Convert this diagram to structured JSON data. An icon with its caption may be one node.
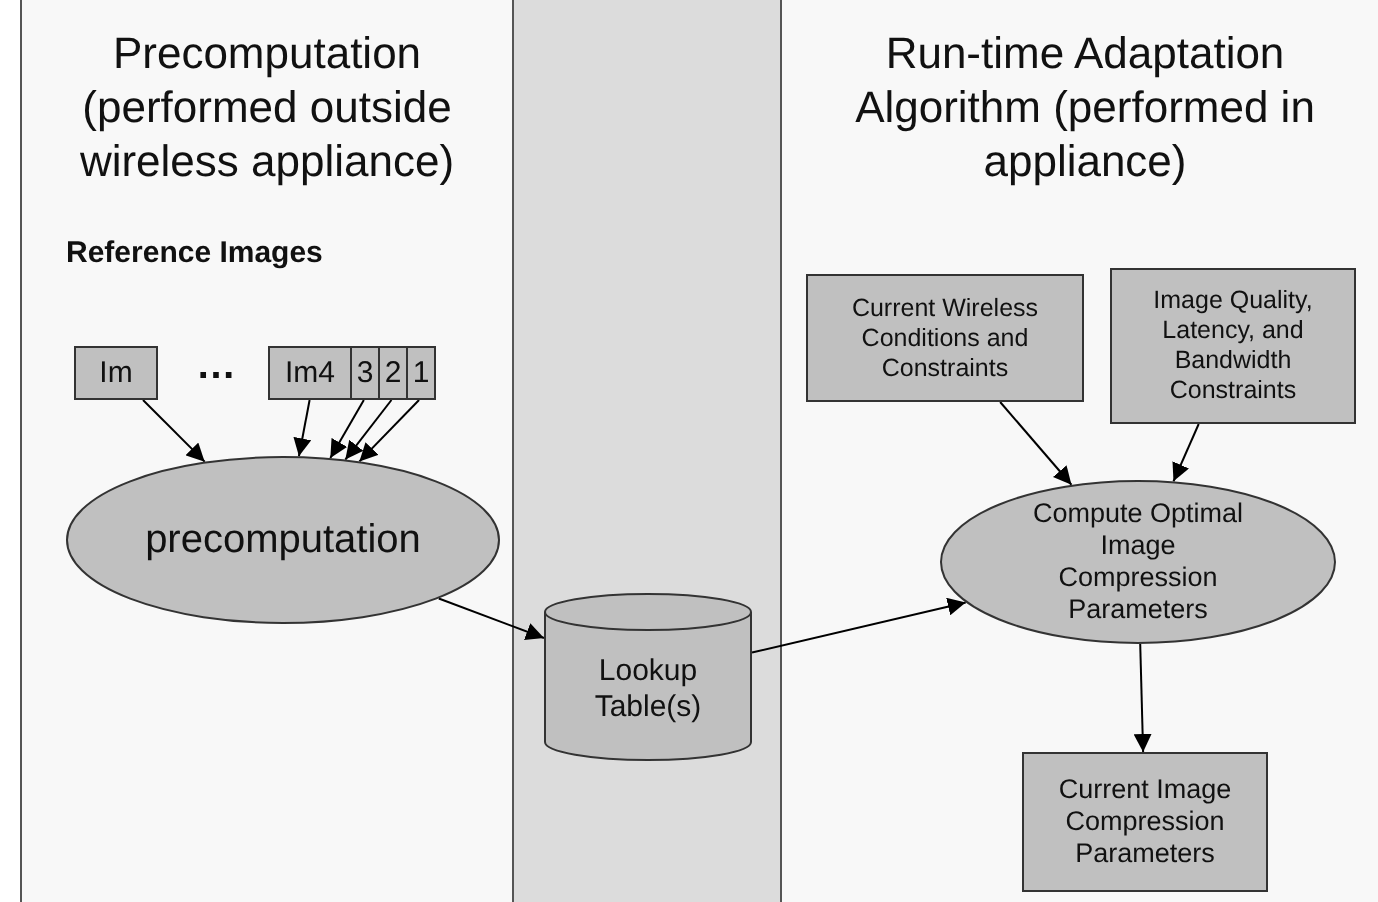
{
  "diagram": {
    "nodes": [
      {
        "text": [
          "Precomputation (performed outside wireless appliance)"
        ]
      },
      {
        "text": [
          "Im"
        ],
        "in": 0
      },
      {
        "text": [
          "Im4"
        ],
        "in": 0
      },
      {
        "text": [
          "3"
        ],
        "in": 0
      },
      {
        "text": [
          "2"
        ],
        "in": 0
      },
      {
        "text": [
          "1"
        ],
        "in": 0
      },
      {
        "text": [
          "precomputation"
        ],
        "in": 0
      },
      {
        "text": [
          "Lookup Table(s)"
        ]
      },
      {
        "text": [
          "Run-time Adaptation Algorithm (performed in appliance)"
        ]
      },
      {
        "text": [
          "Current Wireless Conditions and Constraints"
        ],
        "in": 8
      },
      {
        "text": [
          "Image Quality, Latency, and Bandwidth Constraints"
        ],
        "in": 8
      },
      {
        "text": [
          "Compute Optimal Image Compression Parameters"
        ],
        "in": 8
      },
      {
        "text": [
          "Current Image Compression Parameters"
        ],
        "in": 8
      }
    ],
    "edges": [
      {
        "from": 1,
        "to": 6,
        "arrow": "to"
      },
      {
        "from": 2,
        "to": 6,
        "arrow": "to"
      },
      {
        "from": 3,
        "to": 6,
        "arrow": "to"
      },
      {
        "from": 4,
        "to": 6,
        "arrow": "to"
      },
      {
        "from": 5,
        "to": 6,
        "arrow": "to"
      },
      {
        "from": 6,
        "to": 7,
        "arrow": "to"
      },
      {
        "from": 7,
        "to": 11,
        "arrow": "to"
      },
      {
        "from": 9,
        "to": 11,
        "arrow": "to"
      },
      {
        "from": 10,
        "to": 11,
        "arrow": "to"
      },
      {
        "from": 11,
        "to": 12,
        "arrow": "to"
      }
    ],
    "labels": [
      "Reference Images",
      "…"
    ]
  }
}
